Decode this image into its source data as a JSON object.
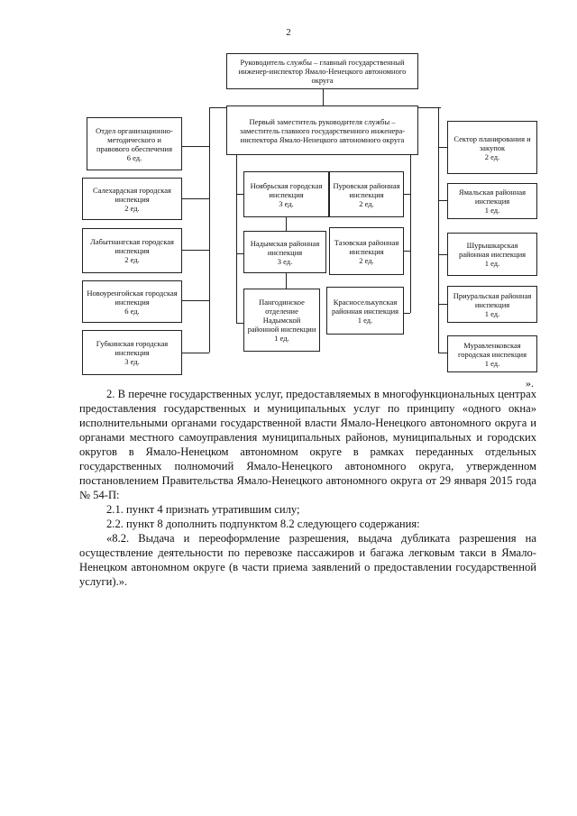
{
  "page_number": "2",
  "org_chart": {
    "head": {
      "title": "Руководитель службы – главный государственный инженер-инспектор Ямало-Ненецкого автономного округа"
    },
    "first_deputy": {
      "title": "Первый заместитель руководителя службы – заместитель главного государственного инженера-инспектора Ямало-Ненецкого автономного округа"
    },
    "left": [
      {
        "title": "Отдел организационно-методического и правового обеспечения",
        "staff": "6 ед."
      },
      {
        "title": "Салехардская городская инспекция",
        "staff": "2 ед."
      },
      {
        "title": "Лабытнангская городская инспекция",
        "staff": "2 ед."
      },
      {
        "title": "Новоуренгойская городская инспекция",
        "staff": "6 ед."
      },
      {
        "title": "Губкинская городская инспекция",
        "staff": "3 ед."
      }
    ],
    "center_left": [
      {
        "title": "Ноябрьская городская инспекция",
        "staff": "3 ед."
      },
      {
        "title": "Надымская районная инспекция",
        "staff": "3 ед."
      },
      {
        "title": "Пангодинское отделение Надымской районной инспекции",
        "staff": "1 ед."
      }
    ],
    "center_right": [
      {
        "title": "Пуровская районная инспекция",
        "staff": "2 ед."
      },
      {
        "title": "Тазовская районная инспекция",
        "staff": "2 ед."
      },
      {
        "title": "Красноселькупская районная инспекция",
        "staff": "1 ед."
      }
    ],
    "right": [
      {
        "title": "Сектор планирования и закупок",
        "staff": "2 ед."
      },
      {
        "title": "Ямальская районная инспекция",
        "staff": "1 ед."
      },
      {
        "title": "Шурышкарская районная инспекция",
        "staff": "1 ед."
      },
      {
        "title": "Приуральская районная инспекция",
        "staff": "1 ед."
      },
      {
        "title": "Муравленковская городская инспекция",
        "staff": "1 ед."
      }
    ]
  },
  "closing_mark": "».",
  "body": {
    "p1": "2. В перечне государственных услуг, предоставляемых в многофункциональных центрах предоставления государственных и муниципальных услуг по принципу «одного окна» исполнительными органами государственной власти Ямало-Ненецкого автономного округа и органами местного самоуправления муниципальных районов, муниципальных и городских округов в Ямало-Ненецком автономном округе в рамках переданных отдельных государственных полномочий Ямало-Ненецкого автономного округа, утвержденном постановлением Правительства Ямало-Ненецкого автономного округа от 29 января 2015 года № 54-П:",
    "p2": "2.1. пункт 4 признать утратившим силу;",
    "p3": "2.2. пункт 8 дополнить подпунктом 8.2 следующего содержания:",
    "p4": "«8.2. Выдача и переоформление разрешения, выдача дубликата разрешения на осуществление деятельности по перевозке пассажиров и багажа легковым такси в Ямало-Ненецком автономном округе (в части приема заявлений о предоставлении государственной услуги).»."
  }
}
